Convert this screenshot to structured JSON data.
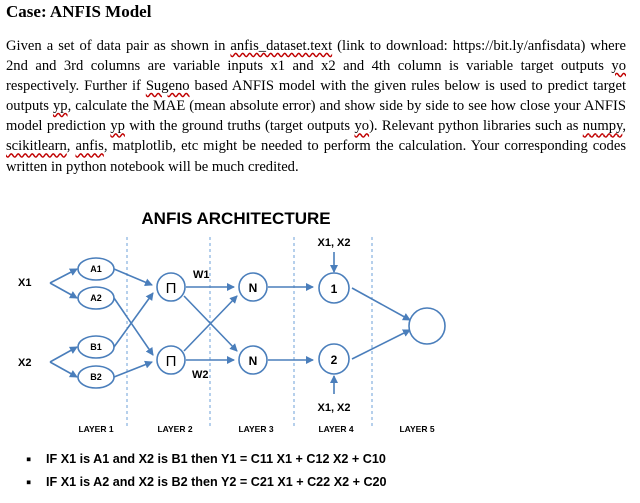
{
  "case_title": "Case: ANFIS Model",
  "body": {
    "t1": "Given a set of data pair as shown in ",
    "link_text": "anfis_dataset.text",
    "t2": " (link to download: https://bit.ly/anfisdata) where 2nd and 3rd columns are variable inputs x1 and x2 and 4th column is variable target outputs ",
    "yo1": "yo",
    "t3": " respectively. Further if ",
    "sugeno": "Sugeno",
    "t4": " based ANFIS model with the given rules below is used to predict target outputs ",
    "yp1": "yp",
    "t5": ", calculate the MAE (mean absolute error) and show side by side to see how close your ANFIS model prediction ",
    "yp2": "yp",
    "t6": " with the ground truths (target outputs ",
    "yo2": "yo",
    "t7": "). Relevant python libraries such as ",
    "numpy": "numpy",
    "t8": ", ",
    "scikitlearn": "scikitlearn",
    "t9": ", ",
    "anfis": "anfis",
    "t10": ", matplotlib, etc might be needed to perform the calculation. Your corresponding codes written in python notebook will be much credited."
  },
  "diagram": {
    "title": "ANFIS ARCHITECTURE",
    "input_top": "X1, X2",
    "input_bottom": "X1, X2",
    "x1": "X1",
    "x2": "X2",
    "a1": "A1",
    "a2": "A2",
    "b1": "B1",
    "b2": "B2",
    "pi": "Π",
    "w1": "W1",
    "w2": "W2",
    "n": "N",
    "node1": "1",
    "node2": "2",
    "layers": [
      "LAYER 1",
      "LAYER 2",
      "LAYER 3",
      "LAYER 4",
      "LAYER 5"
    ]
  },
  "rules": [
    "IF X1 is A1 and X2 is B1 then Y1 = C11 X1 + C12 X2 + C10",
    "IF X1 is A2 and X2 is B2 then Y2 = C21 X1 + C22 X2 + C20"
  ]
}
